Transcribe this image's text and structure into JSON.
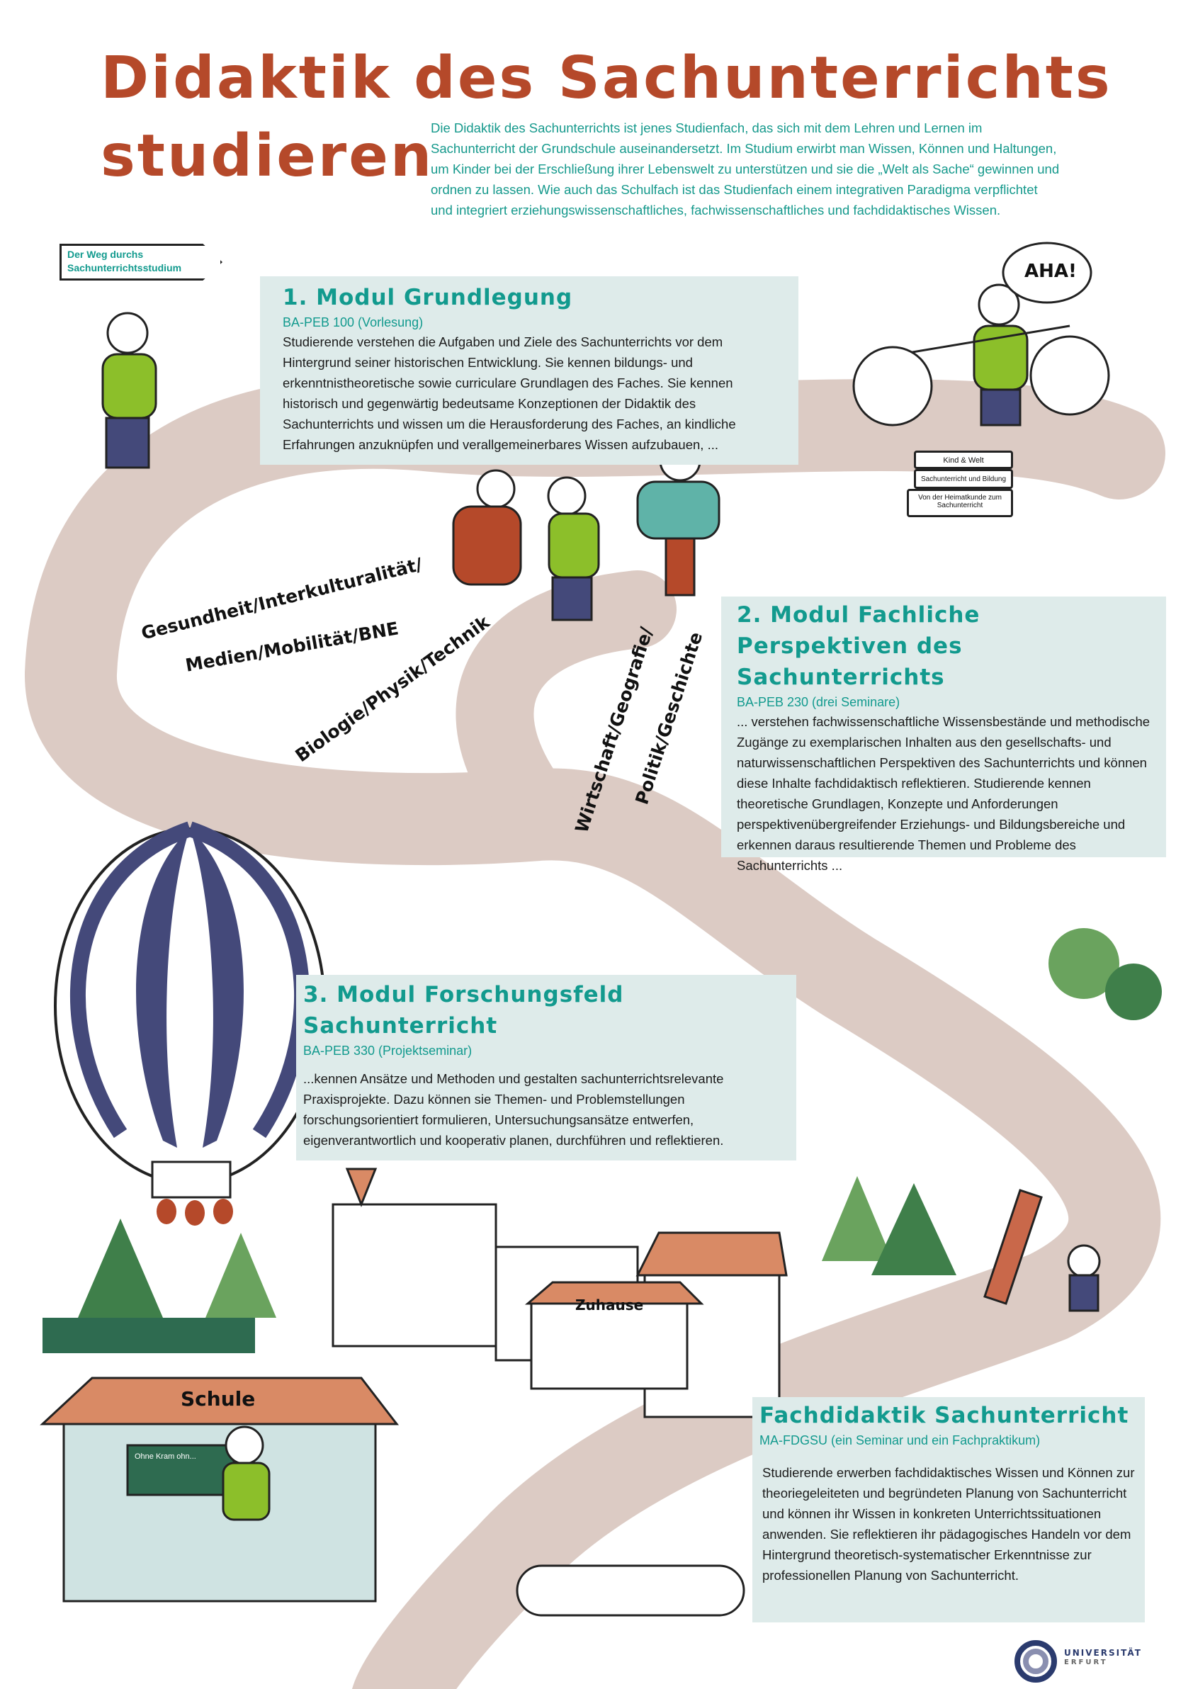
{
  "header": {
    "title_line1": "Didaktik des Sachunterrichts",
    "title_line2": "studieren",
    "intro": "Die Didaktik des Sachunterrichts ist jenes Studienfach, das sich mit dem Lehren und Lernen im Sachunterricht der Grundschule auseinandersetzt. Im Studium erwirbt man Wissen, Können und Haltungen, um Kinder bei der Erschließung ihrer Lebenswelt zu unterstützen und sie die „Welt als Sache“ gewinnen und ordnen zu lassen. Wie auch das Schulfach ist das Studienfach einem integrativen Paradigma verpflichtet und integriert erziehungswissenschaftliches, fachwissenschaftliches und fachdidaktisches Wissen."
  },
  "sign": {
    "line1": "Der Weg durchs",
    "line2": "Sachunterrichtsstudium"
  },
  "modules": [
    {
      "title": "1. Modul Grundlegung",
      "code": "BA-PEB 100 (Vorlesung)",
      "text": "Studierende verstehen die Aufgaben und Ziele des Sachunterrichts vor dem Hintergrund seiner historischen Entwicklung. Sie kennen bildungs- und erkenntnistheoretische sowie curriculare Grundlagen des Faches. Sie kennen historisch und gegenwärtig bedeutsame Konzeptionen der Didaktik des Sachunterrichts und wissen um die Herausforderung des Faches, an kindliche Erfahrungen anzuknüpfen und verallgemeinerbares Wissen aufzubauen, ..."
    },
    {
      "title": "2. Modul Fachliche Perspektiven des Sachunterrichts",
      "code": "BA-PEB 230 (drei Seminare)",
      "text": "... verstehen fachwissenschaftliche Wissensbestände und methodische Zugänge zu exemplarischen Inhalten aus den gesellschafts- und naturwissenschaftlichen Perspektiven des Sachunterrichts und können diese Inhalte fachdidaktisch reflektieren. Studierende kennen theoretische Grundlagen, Konzepte und Anforderungen perspektivenübergreifender Erziehungs- und Bildungsbereiche und erkennen daraus resultierende Themen und Probleme des Sachunterrichts ..."
    },
    {
      "title": "3. Modul Forschungsfeld Sachunterricht",
      "code": "BA-PEB 330 (Projektseminar)",
      "text": "...kennen Ansätze und Methoden und gestalten sachunterrichtsrelevante Praxisprojekte. Dazu können sie Themen- und Problemstellungen forschungsorientiert formulieren, Untersuchungsansätze entwerfen, eigenverantwortlich und kooperativ planen, durchführen und reflektieren."
    },
    {
      "title": "Fachdidaktik Sachunterricht",
      "code": "MA-FDGSU (ein Seminar und ein Fachpraktikum)",
      "text": "Studierende erwerben fachdidaktisches Wissen und Können zur theoriegeleiteten und begründeten Planung von Sachunterricht und können ihr Wissen in konkreten Unterrichtssituationen anwenden. Sie reflektieren ihr pädagogisches Handeln vor dem Hintergrund theoretisch-systematischer Erkenntnisse zur professionellen Planung von Sachunterricht."
    }
  ],
  "road_labels": {
    "health_1": "Gesundheit/Interkulturalität/",
    "health_2": "Medien/Mobilität/BNE",
    "science": "Biologie/Physik/Technik",
    "economy": "Wirtschaft/Geografie/",
    "politics": "Politik/Geschichte"
  },
  "illustration": {
    "speech_bubble": "AHA!",
    "books": [
      "Kind & Welt",
      "Sachunterricht und Bildung",
      "Von der Heimatkunde zum Sachunterricht"
    ],
    "school_sign": "Schule",
    "home_sign": "Zuhause",
    "chalkboard": "Ohne Kram ohn..."
  },
  "logo": {
    "line1": "UNIVERSITÄT",
    "line2": "ERFURT"
  },
  "colors": {
    "title": "#b5492a",
    "teal": "#129a8e",
    "box": "#deebea",
    "road": "#dccbc4",
    "navy": "#44497a",
    "green": "#8cbf2a"
  }
}
